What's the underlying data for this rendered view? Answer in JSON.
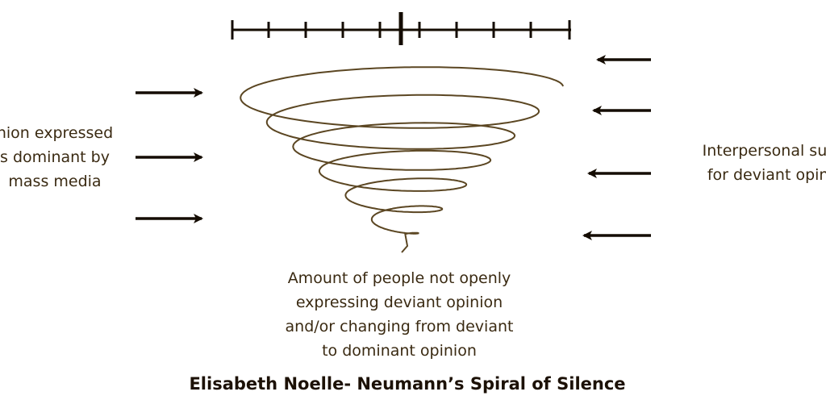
{
  "left_label": {
    "line1": "nion expressed",
    "line2": "s dominant by",
    "line3": "mass media"
  },
  "right_label": {
    "line1": "Interpersonal supp",
    "line2": "for deviant opinic"
  },
  "bottom_label": {
    "line1": "Amount of people not openly",
    "line2": "expressing deviant opinion",
    "line3": "and/or changing from deviant",
    "line4": "to dominant opinion"
  },
  "title": "Elisabeth  Noelle- Neumann’s Spiral of Silence",
  "colors": {
    "spiral": "#5b4622",
    "line": "#140c02",
    "text": "#3a2a12"
  }
}
